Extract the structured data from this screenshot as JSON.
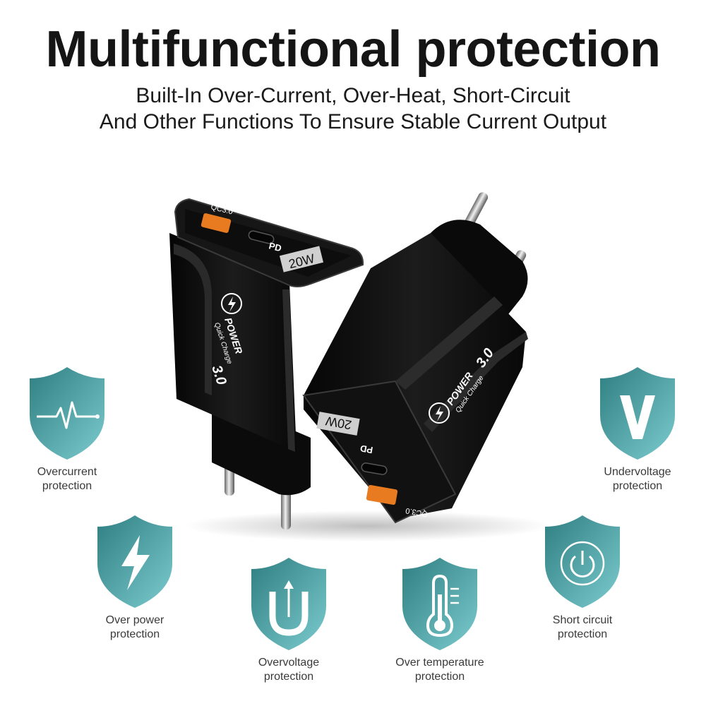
{
  "header": {
    "title": "Multifunctional protection",
    "subtitle_line1": "Built-In Over-Current, Over-Heat, Short-Circuit",
    "subtitle_line2": "And Other Functions To Ensure Stable Current Output"
  },
  "device": {
    "qc_label": "QC3.0",
    "pd_label": "PD",
    "watt_label": "20W",
    "brand_line1": "POWER",
    "brand_line2": "Quick Charge",
    "brand_version": "3.0"
  },
  "colors": {
    "shield_dark": "#2f7f82",
    "shield_light": "#79c9cc",
    "device_body": "#141414"
  },
  "features": [
    {
      "icon": "heartbeat-icon",
      "line1": "Overcurrent",
      "line2": "protection"
    },
    {
      "icon": "lightning-icon",
      "line1": "Over power",
      "line2": "protection"
    },
    {
      "icon": "u-arrow-icon",
      "line1": "Overvoltage",
      "line2": "protection"
    },
    {
      "icon": "thermometer-icon",
      "line1": "Over temperature",
      "line2": "protection"
    },
    {
      "icon": "power-icon",
      "line1": "Short circuit",
      "line2": "protection"
    },
    {
      "icon": "v-letter-icon",
      "line1": "Undervoltage",
      "line2": "protection"
    }
  ]
}
